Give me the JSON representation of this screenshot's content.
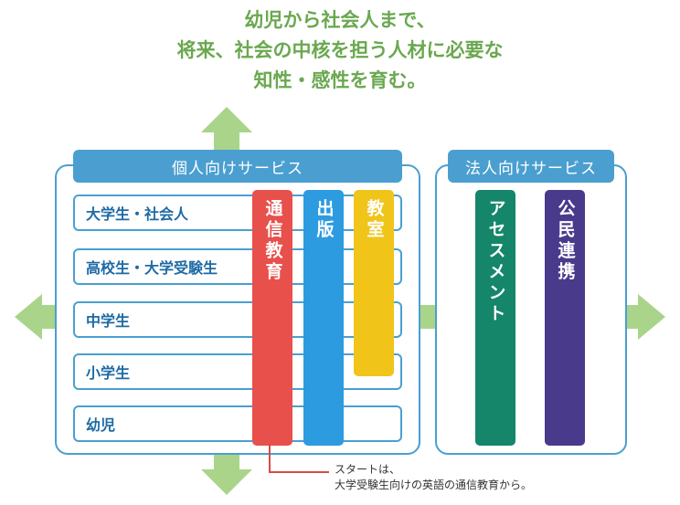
{
  "headline": {
    "line1": "幼児から社会人まで、",
    "line2": "将来、社会の中核を担う人材に必要な",
    "line3": "知性・感性を育む。"
  },
  "individual": {
    "title": "個人向けサービス",
    "rows": [
      "大学生・社会人",
      "高校生・大学受験生",
      "中学生",
      "小学生",
      "幼児"
    ],
    "bars": [
      {
        "label": "通信教育",
        "color": "#e8504b"
      },
      {
        "label": "出版",
        "color": "#2d9be0"
      },
      {
        "label": "教室",
        "color": "#f0c419"
      }
    ]
  },
  "corporate": {
    "title": "法人向けサービス",
    "bars": [
      {
        "label": "アセスメント",
        "color": "#15866a"
      },
      {
        "label": "公民連携",
        "color": "#4a3a8c"
      }
    ]
  },
  "note": {
    "line1": "スタートは、",
    "line2": "大学受験生向けの英語の通信教育から。"
  },
  "colors": {
    "arrow": "#a9d48a",
    "panel": "#4a9fd0",
    "headline": "#6aa84f",
    "leader": "#d94a45"
  }
}
